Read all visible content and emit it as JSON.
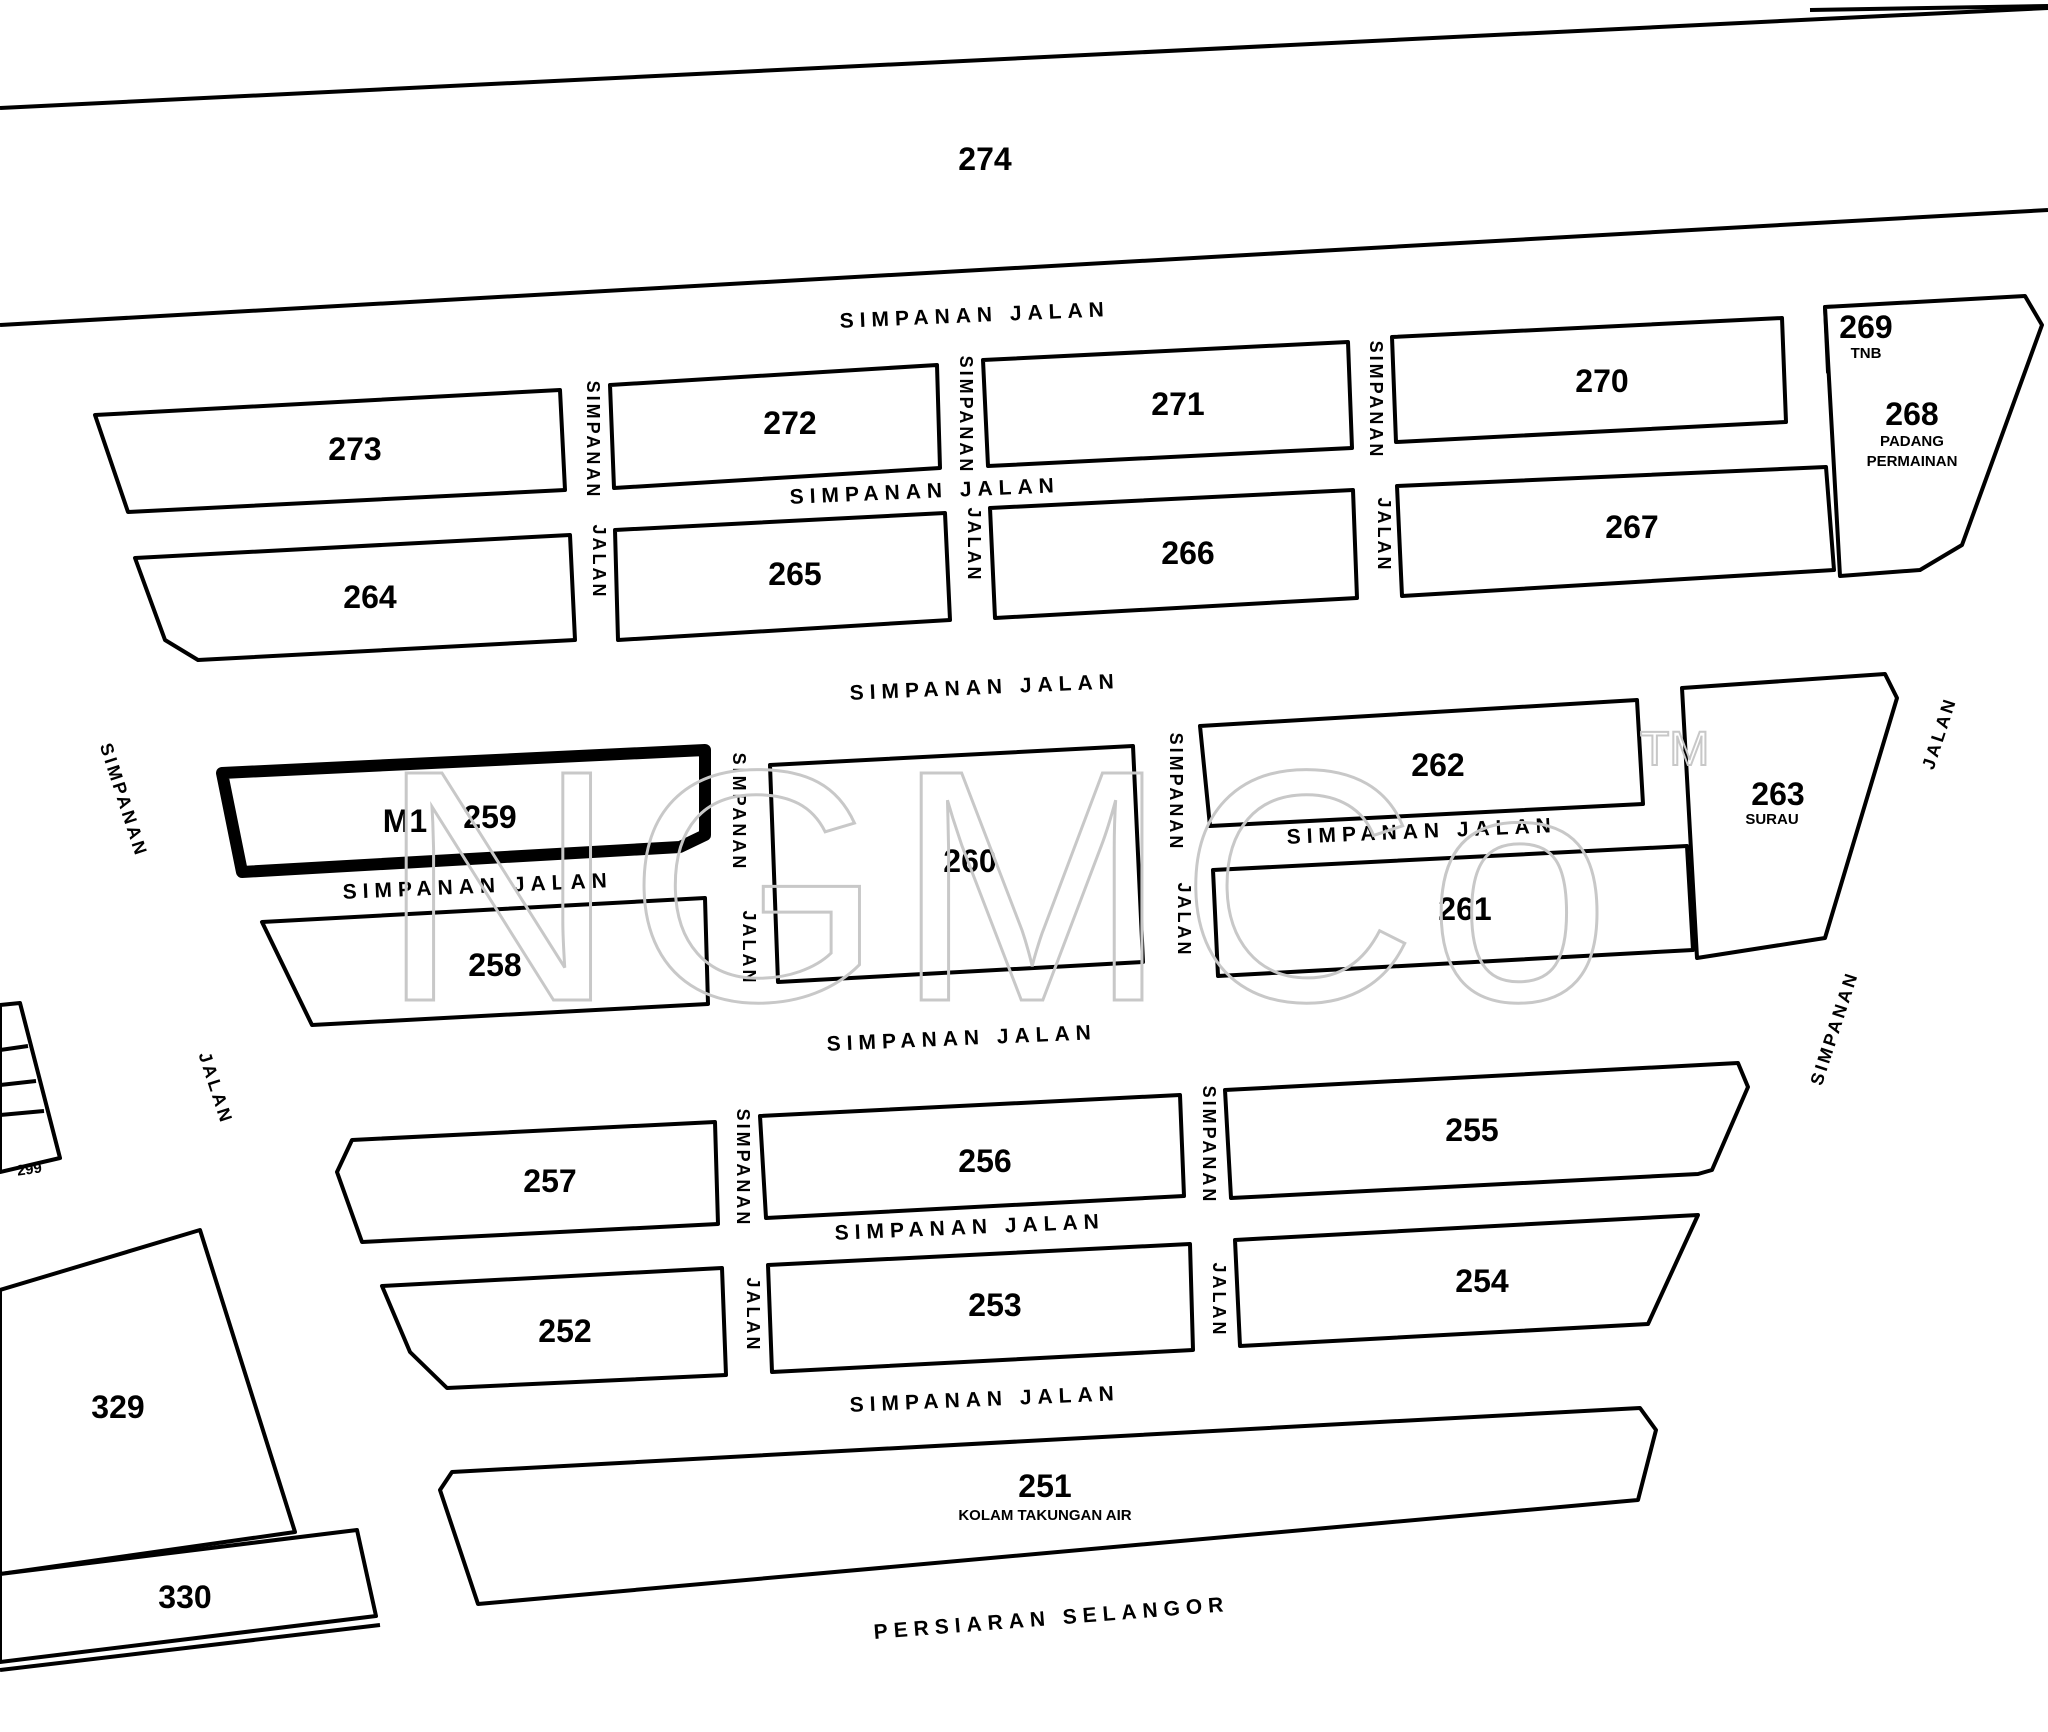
{
  "lots": {
    "l274": "274",
    "l273": "273",
    "l272": "272",
    "l271": "271",
    "l270": "270",
    "l269": "269",
    "l269_sub": "TNB",
    "l268": "268",
    "l268_sub1": "PADANG",
    "l268_sub2": "PERMAINAN",
    "l264": "264",
    "l265": "265",
    "l266": "266",
    "l267": "267",
    "l259_prefix": "M1",
    "l259": "259",
    "l260": "260",
    "l262": "262",
    "l263": "263",
    "l263_sub": "SURAU",
    "l261": "261",
    "l258": "258",
    "l257": "257",
    "l256": "256",
    "l255": "255",
    "l252": "252",
    "l253": "253",
    "l254": "254",
    "l251": "251",
    "l251_sub": "KOLAM TAKUNGAN AIR",
    "l329": "329",
    "l330": "330",
    "l299": "299"
  },
  "roads": {
    "simpanan_jalan": "SIMPANAN   JALAN",
    "simpanan": "SIMPANAN",
    "jalan": "JALAN",
    "persiaran": "PERSIARAN   SELANGOR"
  },
  "watermark": {
    "text": "NGMCo",
    "tm": "TM"
  }
}
